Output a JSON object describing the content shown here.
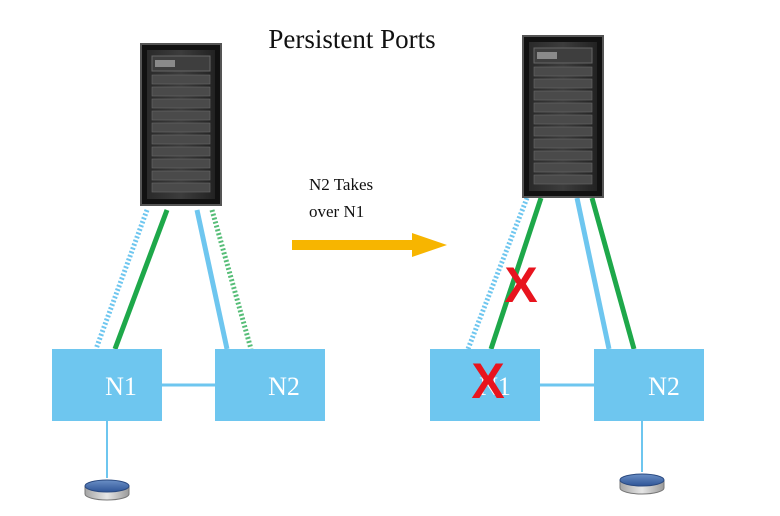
{
  "title": "Persistent Ports",
  "transition": {
    "line1": "N2 Takes",
    "line2": "over N1"
  },
  "before": {
    "node_a": "N1",
    "node_b": "N2"
  },
  "after": {
    "node_a": "N1",
    "node_b": "N2",
    "failure_marks": [
      "X",
      "X"
    ]
  },
  "colors": {
    "node_fill": "#6ec6ef",
    "link_blue": "#6ec6ef",
    "link_green": "#1ea84a",
    "arrow": "#f7b500",
    "failure": "#e8141e",
    "server_body": "#1c1c1c"
  }
}
